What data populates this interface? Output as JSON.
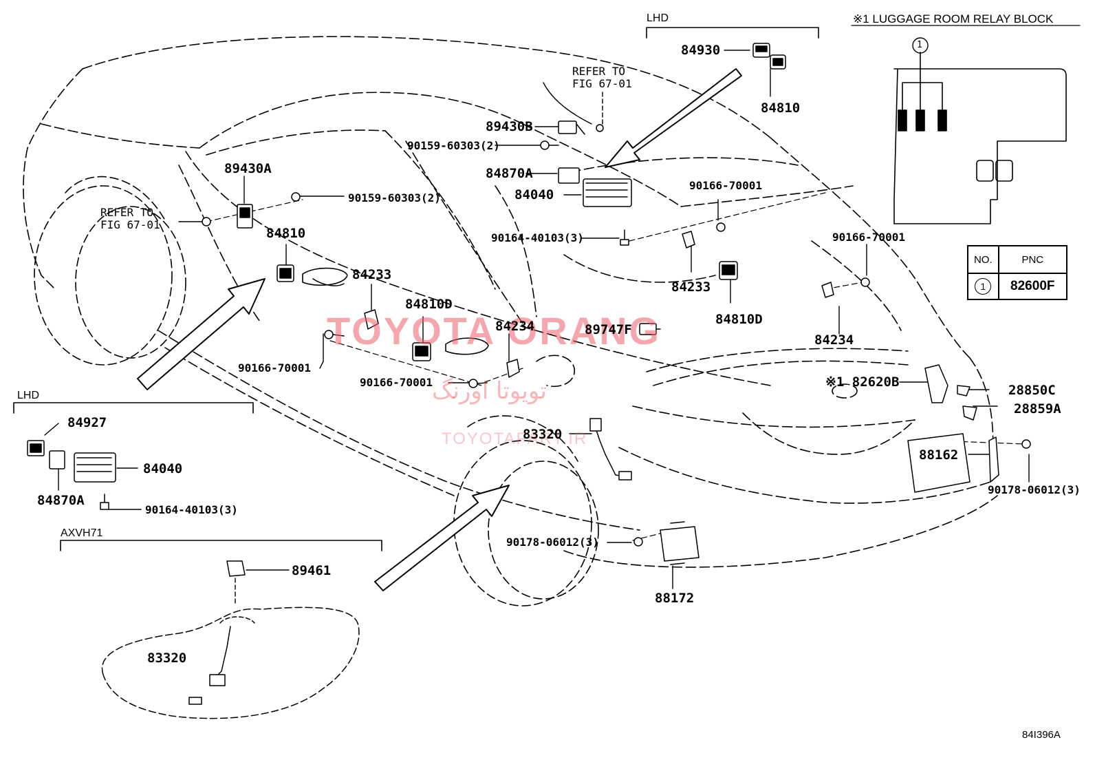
{
  "sections": {
    "lhd_top": "LHD",
    "lhd_left": "LHD",
    "axvh71": "AXVH71",
    "relay_block_title": "※1 LUGGAGE ROOM RELAY BLOCK"
  },
  "relay_block": {
    "marker": "1",
    "table": {
      "col_no": "NO.",
      "col_pnc": "PNC",
      "row_no": "1",
      "row_pnc": "82600F"
    }
  },
  "refer_notes": {
    "left": "REFER TO\nFIG 67-01",
    "top": "REFER TO\nFIG 67-01"
  },
  "part_labels": {
    "p84930": "84930",
    "p84810_tr": "84810",
    "p89430B": "89430B",
    "p90159_top": "90159-60303(2)",
    "p84870A_top": "84870A",
    "p84040_top": "84040",
    "p90164_top": "90164-40103(3)",
    "p89430A": "89430A",
    "p90159_left": "90159-60303(2)",
    "p84810_left": "84810",
    "p84233_center": "84233",
    "p84810D_center": "84810D",
    "p84234_center": "84234",
    "p89747F": "89747F",
    "p90166_left": "90166-70001",
    "p90166_center": "90166-70001",
    "p90166_right_a": "90166-70001",
    "p84233_right": "84233",
    "p84810D_right": "84810D",
    "p90166_right_b": "90166-70001",
    "p84234_right": "84234",
    "p82620B": "※1 82620B",
    "p28850C": "28850C",
    "p28859A": "28859A",
    "p88162": "88162",
    "p90178_right": "90178-06012(3)",
    "p83320_center": "83320",
    "p90178_center": "90178-06012(3)",
    "p88172": "88172",
    "p84927": "84927",
    "p84040_left": "84040",
    "p84870A_left": "84870A",
    "p90164_left": "90164-40103(3)",
    "p89461": "89461",
    "p83320_left": "83320"
  },
  "figure_code": "84I396A",
  "watermark": {
    "brand": "TOYOTA ORANG",
    "persian": "تویوتا اورنگ",
    "site": "TOYOTAPART.IR"
  }
}
